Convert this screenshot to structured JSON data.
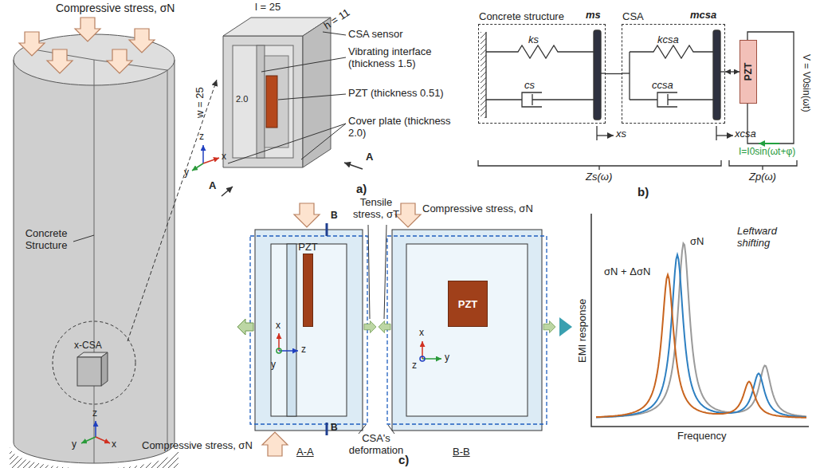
{
  "diagram": {
    "nodes": [
      {
        "text": [
          "Concrete structure"
        ]
      },
      {
        "text": [
          "CSA"
        ]
      },
      {
        "text": [
          "PZT"
        ]
      },
      {
        "text": [
          "PZT"
        ]
      },
      {
        "text": [
          "PZT"
        ]
      }
    ],
    "edges": [
      {
        "from": 0,
        "to": 1,
        "arrow": "none"
      },
      {
        "from": 1,
        "to": 2,
        "arrow": "both"
      }
    ],
    "labels": [
      "Compressive stress, σN",
      "Concrete Structure",
      "x-CSA",
      "z",
      "y",
      "x",
      "l = 25",
      "h = 11",
      "w = 25",
      "CSA sensor",
      "Vibrating interface (thickness 1.5)",
      "2.0",
      "PZT (thickness 0.51)",
      "Cover plate (thickness 2.0)",
      "A",
      "A",
      "z",
      "x",
      "y",
      "a)",
      "ks",
      "cs",
      "ms",
      "kcsa",
      "ccsa",
      "mcsa",
      "xs",
      "xcsa",
      "V = V0sin(ωt)",
      "I=I0sin(ωt+φ)",
      "Zs(ω)",
      "Zp(ω)",
      "b)",
      "Tensile stress, σT",
      "B",
      "B",
      "x",
      "y",
      "z",
      "CSA's deformation",
      "Compressive stress, σN",
      "x",
      "z",
      "y",
      "Compressive stress, σN",
      "A-A",
      "B-B",
      "Leftward shifting",
      "σN",
      "σN + ΔσN",
      "EMI response",
      "Frequency",
      "c)"
    ]
  }
}
